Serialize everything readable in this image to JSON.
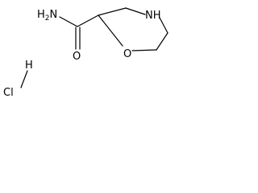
{
  "molecule": {
    "labels": {
      "amide_nh2": "H2N",
      "carbonyl_o": "O",
      "ring_nh": "NH",
      "ring_o": "O",
      "hcl_cl": "Cl",
      "hcl_h": "H"
    }
  }
}
